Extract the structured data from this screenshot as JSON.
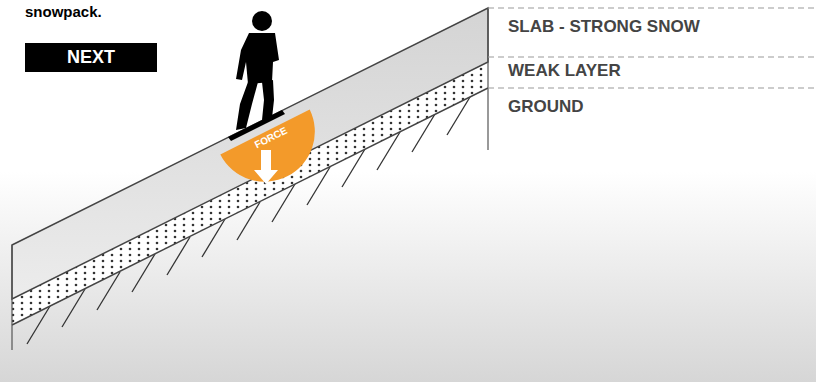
{
  "diagram": {
    "nodes": [
      {
        "text": [
          "NEXT"
        ]
      },
      {
        "text": [
          "FORCE"
        ]
      }
    ],
    "labels": [
      "snowpack.",
      "SLAB - STRONG SNOW",
      "WEAK LAYER",
      "GROUND"
    ]
  }
}
